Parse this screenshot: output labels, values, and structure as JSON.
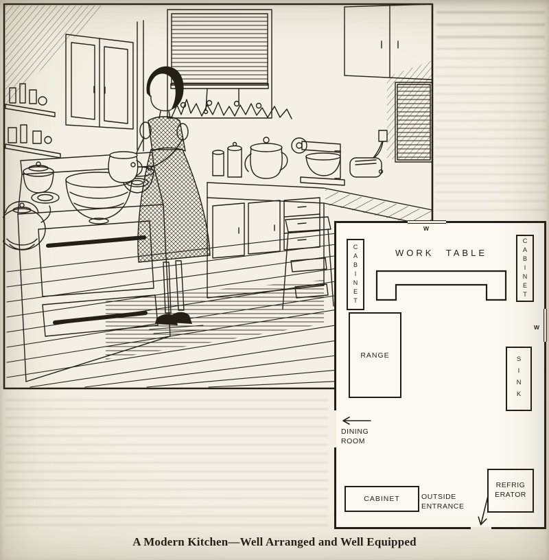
{
  "page": {
    "caption": "A Modern Kitchen—Well Arranged and Well Equipped"
  },
  "floor_plan": {
    "work_table_label": "WORK TABLE",
    "cabinet_left_label": "CABINET",
    "cabinet_right_label": "CABINET",
    "cabinet_bottom_label": "CABINET",
    "range_label": "RANGE",
    "sink_label": "SINK",
    "refrigerator_label_line1": "REFRIG",
    "refrigerator_label_line2": "ERATOR",
    "dining_room_label_line1": "DINING",
    "dining_room_label_line2": "ROOM",
    "outside_entrance_label_line1": "OUTSIDE",
    "outside_entrance_label_line2": "ENTRANCE",
    "window_marker_top": "W",
    "window_marker_right": "W"
  },
  "colors": {
    "paper": "#f2eee2",
    "ink": "#221d15",
    "plan_background": "#fbf9f1"
  }
}
